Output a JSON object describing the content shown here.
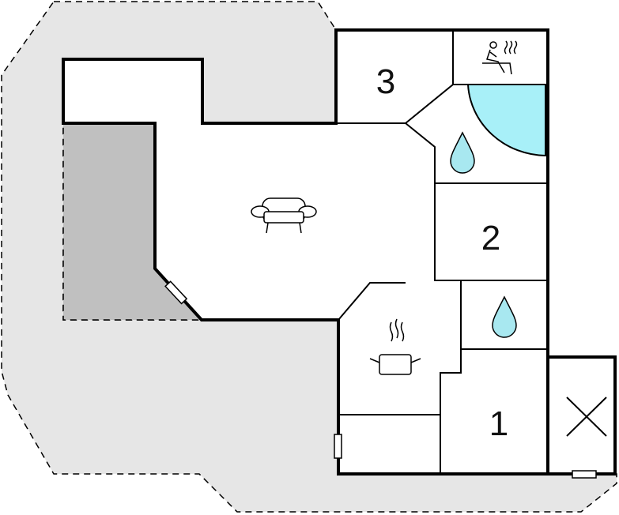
{
  "rooms": [
    {
      "id": "bedroom-3",
      "label": "3"
    },
    {
      "id": "bedroom-2",
      "label": "2"
    },
    {
      "id": "bedroom-1",
      "label": "1"
    }
  ],
  "icons": {
    "living": "sofa-icon",
    "kitchen": "cooking-pot-icon",
    "sauna": "sauna-icon",
    "bathroom_upper": "water-drop-icon",
    "bathroom_lower": "water-drop-icon",
    "storage": "cross-icon"
  },
  "colors": {
    "terrace": "#e6e6e6",
    "covered_terrace": "#c0c0c0",
    "pool": "#a8f0f8",
    "drop": "#a8e8f0",
    "wall": "#000000"
  }
}
